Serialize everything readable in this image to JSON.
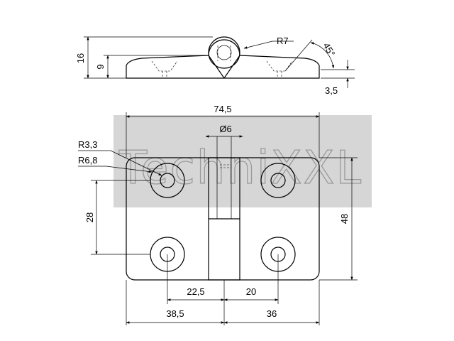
{
  "watermark": {
    "text": "TechniXXL"
  },
  "side_view": {
    "dimensions": {
      "total_height": "16",
      "leaf_height": "9",
      "knuckle_radius": "R7",
      "countersink_angle": "45°",
      "leaf_thickness": "3,5"
    }
  },
  "front_view": {
    "dimensions": {
      "overall_width": "74,5",
      "pin_diameter": "Ø6",
      "hole_radius": "R3,3",
      "counterbore_radius": "R6,8",
      "hole_vertical_spacing": "28",
      "overall_height": "48",
      "left_hole_offset": "22,5",
      "right_hole_offset": "20",
      "left_width": "38,5",
      "right_width": "36"
    }
  }
}
